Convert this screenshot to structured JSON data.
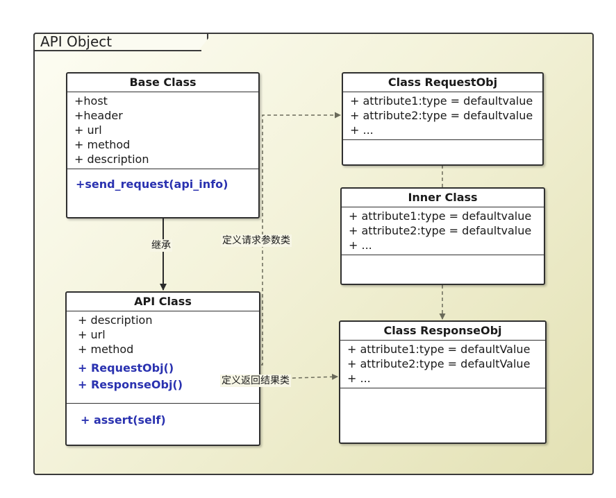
{
  "package": {
    "title": "API Object"
  },
  "base_class": {
    "name": "Base Class",
    "attributes": [
      "+host",
      "+header",
      "+ url",
      "+ method",
      "+ description"
    ],
    "methods": [
      "+send_request(api_info)"
    ]
  },
  "api_class": {
    "name": "API Class",
    "attributes": [
      "+ description",
      "+ url",
      "+ method"
    ],
    "related_methods": [
      "+ RequestObj()",
      "+ ResponseObj()"
    ],
    "methods": [
      "+ assert(self)"
    ]
  },
  "request_obj": {
    "name": "Class RequestObj",
    "attributes": [
      "+ attribute1:type = defaultvalue",
      "+ attribute2:type = defaultvalue",
      "+ ..."
    ]
  },
  "inner_class": {
    "name": "Inner Class",
    "attributes": [
      "+ attribute1:type = defaultvalue",
      "+ attribute2:type = defaultvalue",
      "+ ..."
    ]
  },
  "response_obj": {
    "name": "Class ResponseObj",
    "attributes": [
      "+ attribute1:type = defaultValue",
      "+ attribute2:type = defaultValue",
      "+ ..."
    ]
  },
  "connectors": {
    "inherit_label": "继承",
    "request_label": "定义请求参数类",
    "response_label": "定义返回结果类"
  },
  "colors": {
    "method": "#2a32b0",
    "border": "#2f2f2f",
    "package_fill": "#f3f2d9"
  }
}
